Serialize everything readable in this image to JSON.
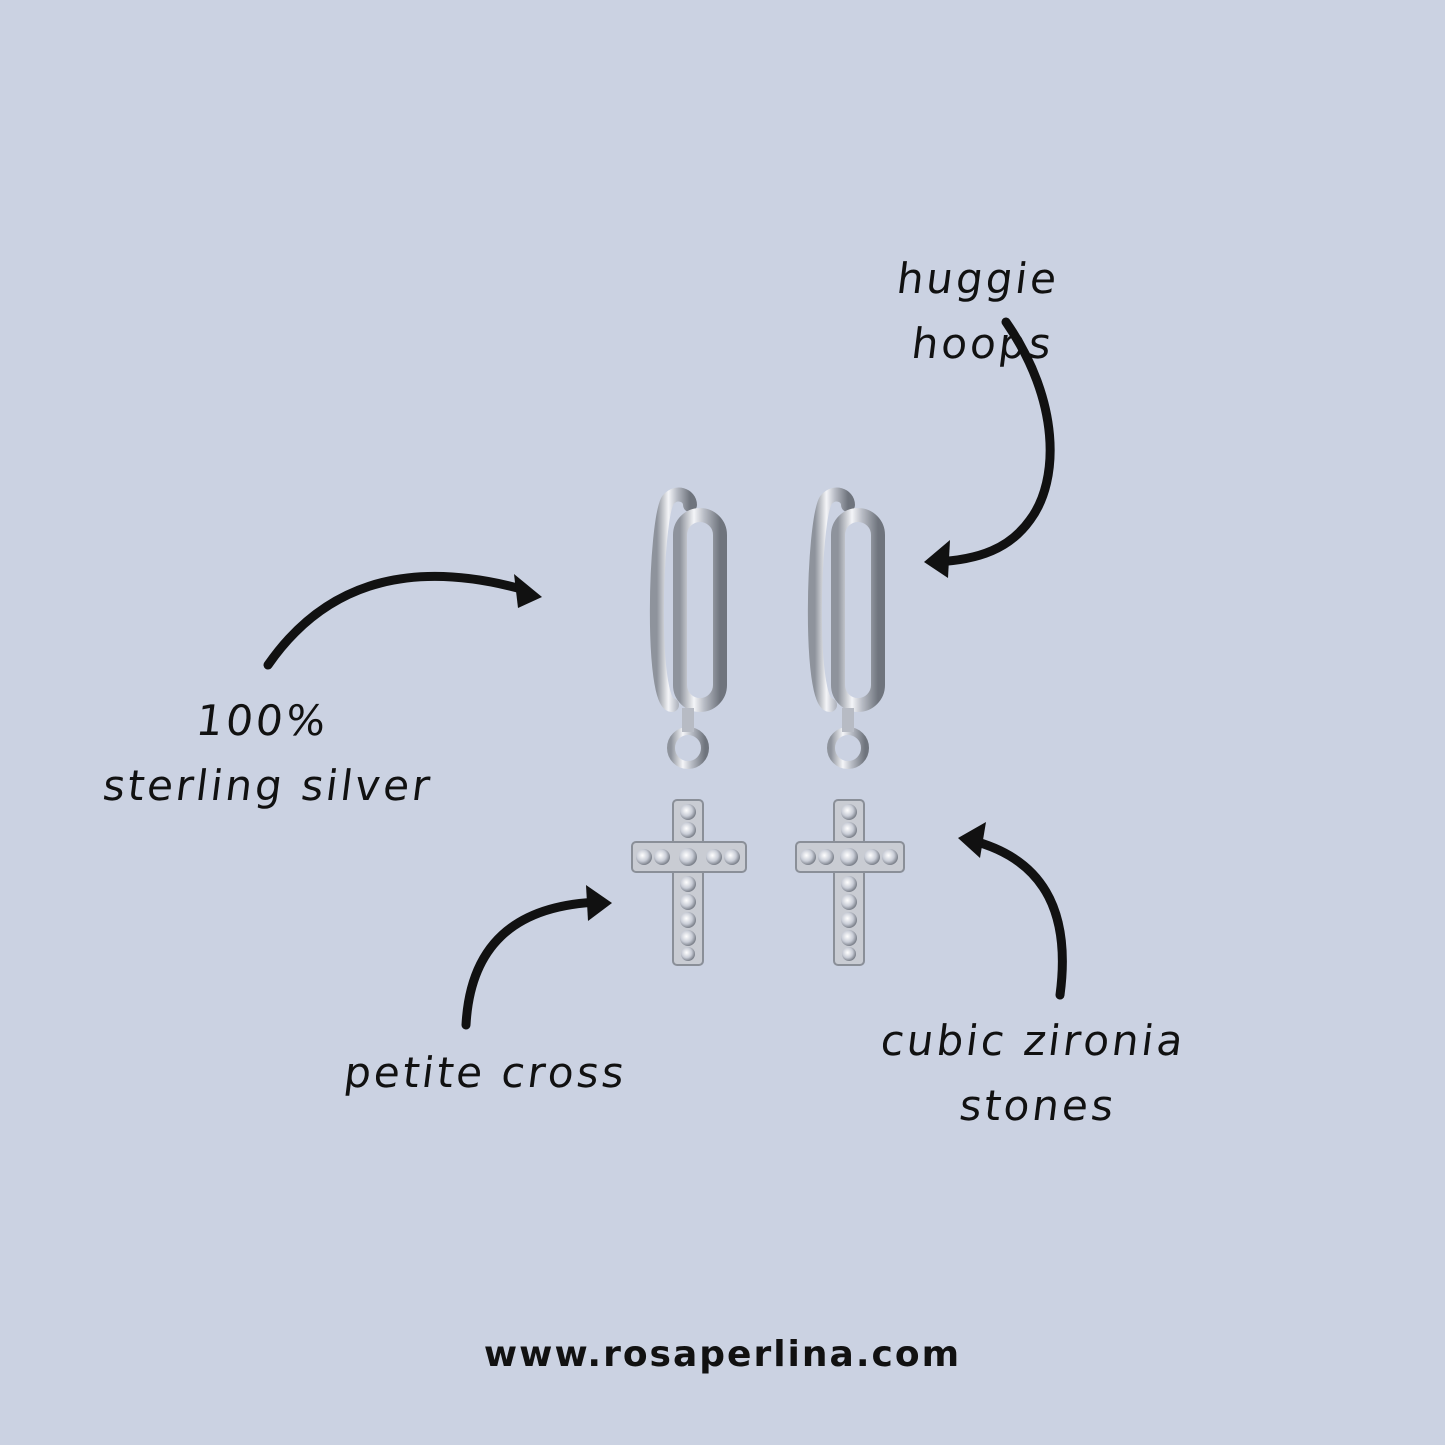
{
  "annotations": {
    "hoops": "huggie hoops",
    "silver_line1": "100%",
    "silver_line2": "sterling silver",
    "cross": "petite cross",
    "stones_line1": "cubic zironia",
    "stones_line2": "stones"
  },
  "footer": {
    "website": "www.rosaperlina.com"
  },
  "colors": {
    "background": "#cbd2e2",
    "ink": "#111111",
    "silver": "#c9ccd3"
  },
  "icons": [
    "arrow-icon",
    "earring-photo"
  ]
}
